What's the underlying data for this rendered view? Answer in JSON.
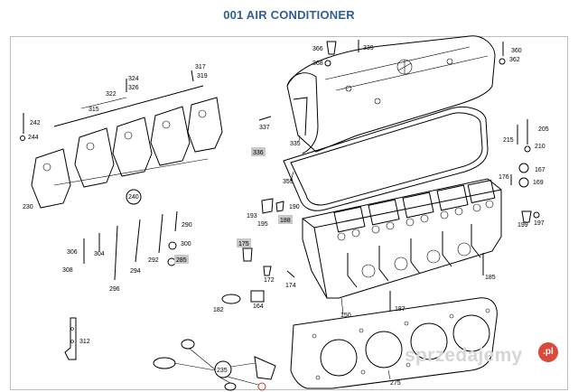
{
  "page": {
    "title": "001 AIR CONDITIONER"
  },
  "part_numbers": {
    "p366": "366",
    "p339": "339",
    "p360": "360",
    "p368": "368",
    "p362": "362",
    "p317": "317",
    "p319": "319",
    "p324": "324",
    "p326": "326",
    "p322": "322",
    "p315": "315",
    "p242": "242",
    "p244": "244",
    "p337": "337",
    "p205": "205",
    "p215": "215",
    "p210": "210",
    "p335": "335",
    "p336": "336",
    "p176": "176",
    "p167": "167",
    "p169": "169",
    "p355": "355",
    "p240": "240",
    "p230": "230",
    "p193": "193",
    "p190": "190",
    "p195": "195",
    "p188": "188",
    "p290": "290",
    "p199": "199",
    "p197": "197",
    "p175": "175",
    "p300": "300",
    "p306": "306",
    "p304": "304",
    "p292": "292",
    "p285": "285",
    "p308": "308",
    "p294": "294",
    "p172": "172",
    "p174": "174",
    "p185": "185",
    "p296": "296",
    "p182": "182",
    "p164": "164",
    "p187": "187",
    "p150": "150",
    "p312": "312",
    "p235": "235",
    "p275": "275"
  },
  "watermark": {
    "text": "sprzedajemy",
    "badge": ".pl"
  },
  "colors": {
    "title": "#2f5f9b",
    "highlight": "#c9c9c9",
    "watermark": "#d6d6d6",
    "badge": "#d84a3a"
  }
}
